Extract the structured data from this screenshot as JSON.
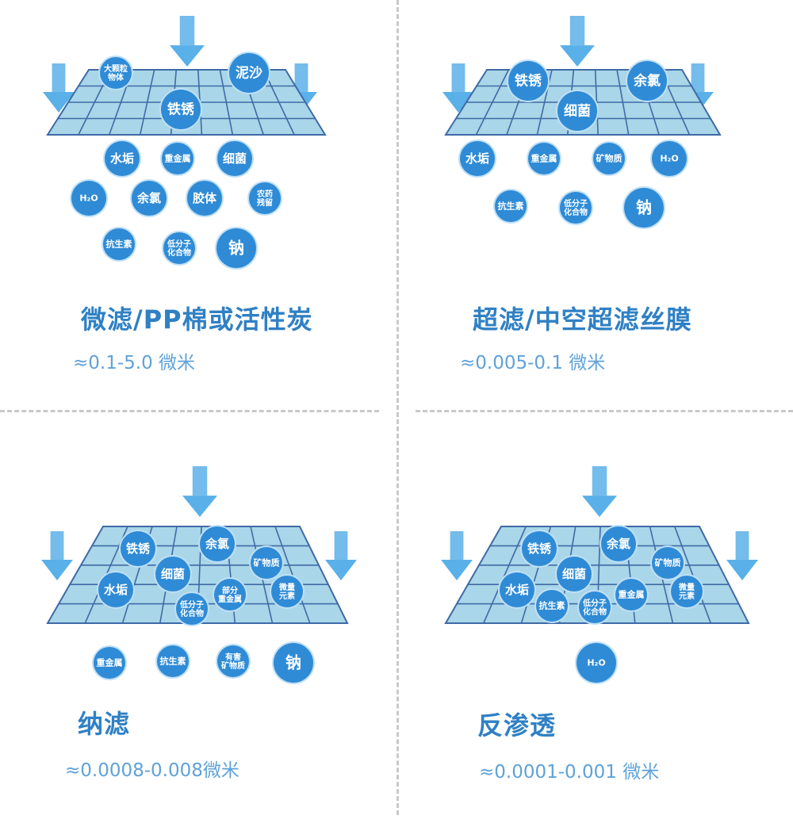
{
  "colors": {
    "mesh_fill": "#a9d6e8",
    "mesh_line": "#3f6aa6",
    "ball_fill": "#2f8bd6",
    "ball_stroke": "#bfe0f6",
    "arrow": "#5ab0e8",
    "title": "#2f80c4",
    "range": "#5fa2d8"
  },
  "panels": [
    {
      "id": "microfiltration",
      "title": "微滤/PP棉或活性炭",
      "range": "≈0.1-5.0 微米",
      "blocked": [
        {
          "label": "大颗粒\n物体",
          "size": "s"
        },
        {
          "label": "泥沙",
          "size": "l"
        },
        {
          "label": "铁锈",
          "size": "l"
        }
      ],
      "passed": [
        {
          "label": "水垢",
          "size": "m"
        },
        {
          "label": "重金属",
          "size": "s"
        },
        {
          "label": "细菌",
          "size": "m"
        },
        {
          "label": "H₂O",
          "size": "m"
        },
        {
          "label": "余氯",
          "size": "m"
        },
        {
          "label": "胶体",
          "size": "m"
        },
        {
          "label": "农药\n残留",
          "size": "s"
        },
        {
          "label": "抗生素",
          "size": "s"
        },
        {
          "label": "低分子\n化合物",
          "size": "s"
        },
        {
          "label": "钠",
          "size": "l"
        }
      ]
    },
    {
      "id": "ultrafiltration",
      "title": "超滤/中空超滤丝膜",
      "range": "≈0.005-0.1 微米",
      "blocked": [
        {
          "label": "铁锈",
          "size": "l"
        },
        {
          "label": "余氯",
          "size": "l"
        },
        {
          "label": "细菌",
          "size": "l"
        }
      ],
      "passed": [
        {
          "label": "水垢",
          "size": "m"
        },
        {
          "label": "重金属",
          "size": "s"
        },
        {
          "label": "矿物质",
          "size": "s"
        },
        {
          "label": "H₂O",
          "size": "m"
        },
        {
          "label": "抗生素",
          "size": "s"
        },
        {
          "label": "低分子\n化合物",
          "size": "s"
        },
        {
          "label": "钠",
          "size": "l"
        }
      ]
    },
    {
      "id": "nanofiltration",
      "title": "纳滤",
      "range": "≈0.0008-0.008微米",
      "blocked": [
        {
          "label": "铁锈",
          "size": "m"
        },
        {
          "label": "余氯",
          "size": "m"
        },
        {
          "label": "矿物质",
          "size": "s"
        },
        {
          "label": "细菌",
          "size": "m"
        },
        {
          "label": "水垢",
          "size": "m"
        },
        {
          "label": "部分\n重金属",
          "size": "s"
        },
        {
          "label": "微量\n元素",
          "size": "s"
        },
        {
          "label": "低分子\n化合物",
          "size": "s"
        }
      ],
      "passed": [
        {
          "label": "重金属",
          "size": "s"
        },
        {
          "label": "抗生素",
          "size": "s"
        },
        {
          "label": "有害\n矿物质",
          "size": "s"
        },
        {
          "label": "钠",
          "size": "l"
        }
      ]
    },
    {
      "id": "reverse_osmosis",
      "title": "反渗透",
      "range": "≈0.0001-0.001  微米",
      "blocked": [
        {
          "label": "铁锈",
          "size": "m"
        },
        {
          "label": "余氯",
          "size": "m"
        },
        {
          "label": "矿物质",
          "size": "s"
        },
        {
          "label": "细菌",
          "size": "m"
        },
        {
          "label": "水垢",
          "size": "m"
        },
        {
          "label": "微量\n元素",
          "size": "s"
        },
        {
          "label": "抗生素",
          "size": "s"
        },
        {
          "label": "低分子\n化合物",
          "size": "s"
        },
        {
          "label": "重金属",
          "size": "s"
        }
      ],
      "passed": [
        {
          "label": "H₂O",
          "size": "l"
        }
      ]
    }
  ]
}
